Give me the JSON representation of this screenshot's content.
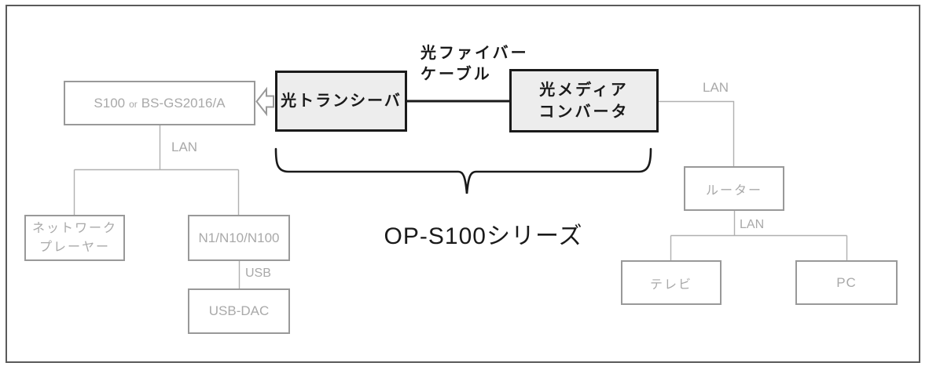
{
  "nodes": {
    "s100": {
      "name_main": "S100",
      "conjunction": "or",
      "name_alt": "BS-GS2016/A"
    },
    "network_player": {
      "line1": "ネットワーク",
      "line2": "プレーヤー"
    },
    "n_series": {
      "label": "N1/N10/N100"
    },
    "usb_dac": {
      "label": "USB-DAC"
    },
    "optical_transceiver": {
      "label": "光トランシーバ"
    },
    "optical_media_converter": {
      "line1": "光メディア",
      "line2": "コンバータ"
    },
    "router": {
      "label": "ルーター"
    },
    "tv": {
      "label": "テレビ"
    },
    "pc": {
      "label": "PC"
    }
  },
  "connection_labels": {
    "fiber_line1": "光ファイバー",
    "fiber_line2": "ケーブル",
    "lan_s100": "LAN",
    "usb": "USB",
    "lan_converter": "LAN",
    "lan_router": "LAN"
  },
  "annotations": {
    "series_label": "OP-S100シリーズ"
  },
  "colors": {
    "highlight_border": "#1a1a1a",
    "highlight_fill": "#ededed",
    "gray_border": "#999999",
    "gray_text": "#a9a9a9",
    "connector_gray": "#b0b0b0",
    "connector_black": "#1a1a1a",
    "arrow_outline": "#999999"
  }
}
